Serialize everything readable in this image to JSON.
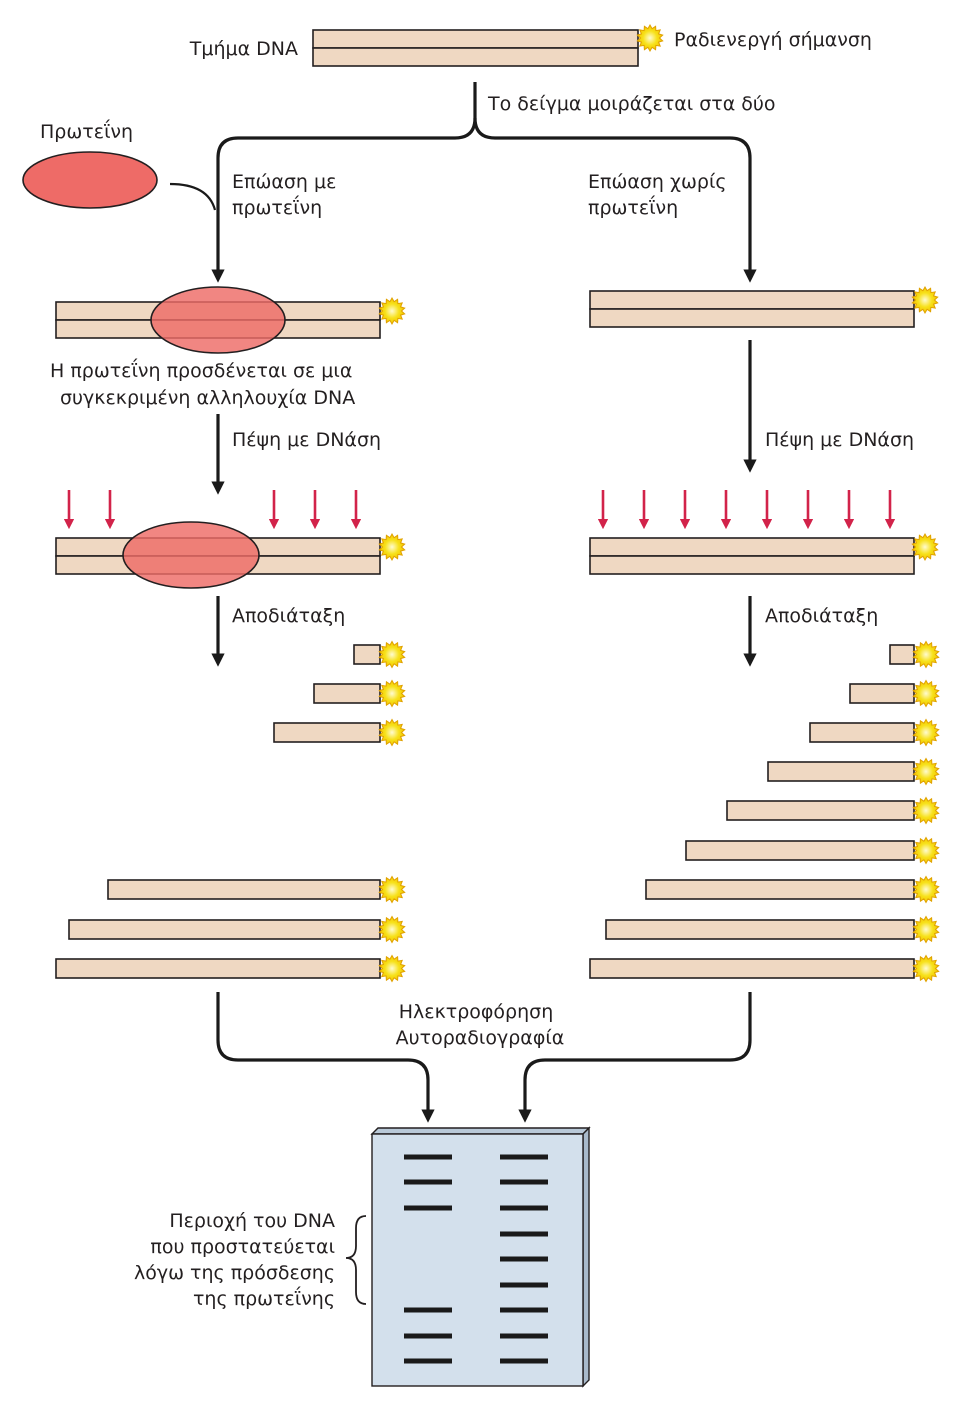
{
  "labels": {
    "dna_fragment": "Τμήμα DNA",
    "radiolabel": "Ραδιενεργή σήμανση",
    "split_sample": "Το δείγμα μοιράζεται στα δύο",
    "protein": "Πρωτεΐνη",
    "incubate_with_1": "Επώαση με",
    "incubate_with_2": "πρωτεΐνη",
    "incubate_without_1": "Επώαση χωρίς",
    "incubate_without_2": "πρωτεΐνη",
    "protein_binds_1": "Η πρωτεΐνη προσδένεται σε μια",
    "protein_binds_2": "συγκεκριμένη αλληλουχία DNA",
    "dnase_left": "Πέψη με DNάση",
    "dnase_right": "Πέψη με DNάση",
    "denature_left": "Αποδιάταξη",
    "denature_right": "Αποδιάταξη",
    "electrophoresis": "Ηλεκτροφόρηση",
    "autoradiography": "Αυτοραδιογραφία",
    "protected_1": "Περιοχή του DNA",
    "protected_2": "που προστατεύεται",
    "protected_3": "λόγω της πρόσδεσης",
    "protected_4": "της πρωτεΐνης"
  },
  "colors": {
    "dna": "#efd8c2",
    "protein": "#ee6b67",
    "cut_arrow": "#d2234a",
    "label_star": "#f7e11a",
    "gel": "#d3e0ec",
    "band": "#1a1a1a"
  },
  "fragments": {
    "with_protein_count": 6,
    "without_protein_count": 9
  },
  "gel": {
    "lane_with_protein_bands": 6,
    "lane_without_protein_bands": 9
  }
}
